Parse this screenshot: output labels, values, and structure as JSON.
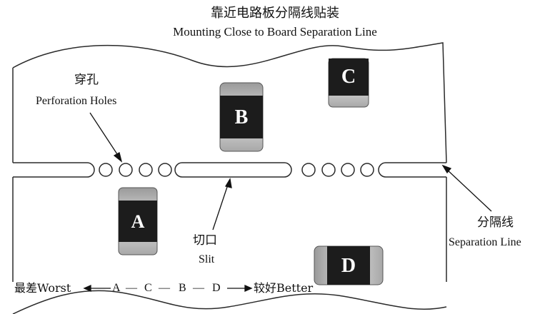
{
  "title": {
    "cn": "靠近电路板分隔线贴装",
    "en": "Mounting Close to Board Separation Line"
  },
  "labels": {
    "perforation_cn": "穿孔",
    "perforation_en": "Perforation Holes",
    "slit_cn": "切口",
    "slit_en": "Slit",
    "separation_cn": "分隔线",
    "separation_en": "Separation Line"
  },
  "components": [
    "A",
    "B",
    "C",
    "D"
  ],
  "ranking": {
    "worst": "最差Worst",
    "order": [
      "A",
      "C",
      "B",
      "D"
    ],
    "best": "较好Better"
  },
  "colors": {
    "chip_body": "#1c1c1c",
    "chip_cap": "#c9c9c9",
    "board_line": "#2a2a2a"
  }
}
